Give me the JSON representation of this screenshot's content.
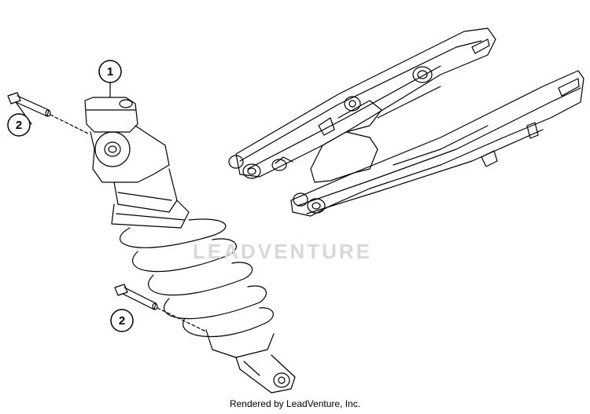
{
  "diagram": {
    "callouts": [
      {
        "label": "1",
        "part": "shock-absorber"
      },
      {
        "label": "2",
        "part": "bolt-upper"
      },
      {
        "label": "2",
        "part": "bolt-lower"
      }
    ],
    "watermark": "LEADVENTURE",
    "footer": "Rendered by LeadVenture, Inc.",
    "colors": {
      "line": "#000000",
      "background": "#ffffff",
      "watermark": "#d8d8d8"
    }
  }
}
